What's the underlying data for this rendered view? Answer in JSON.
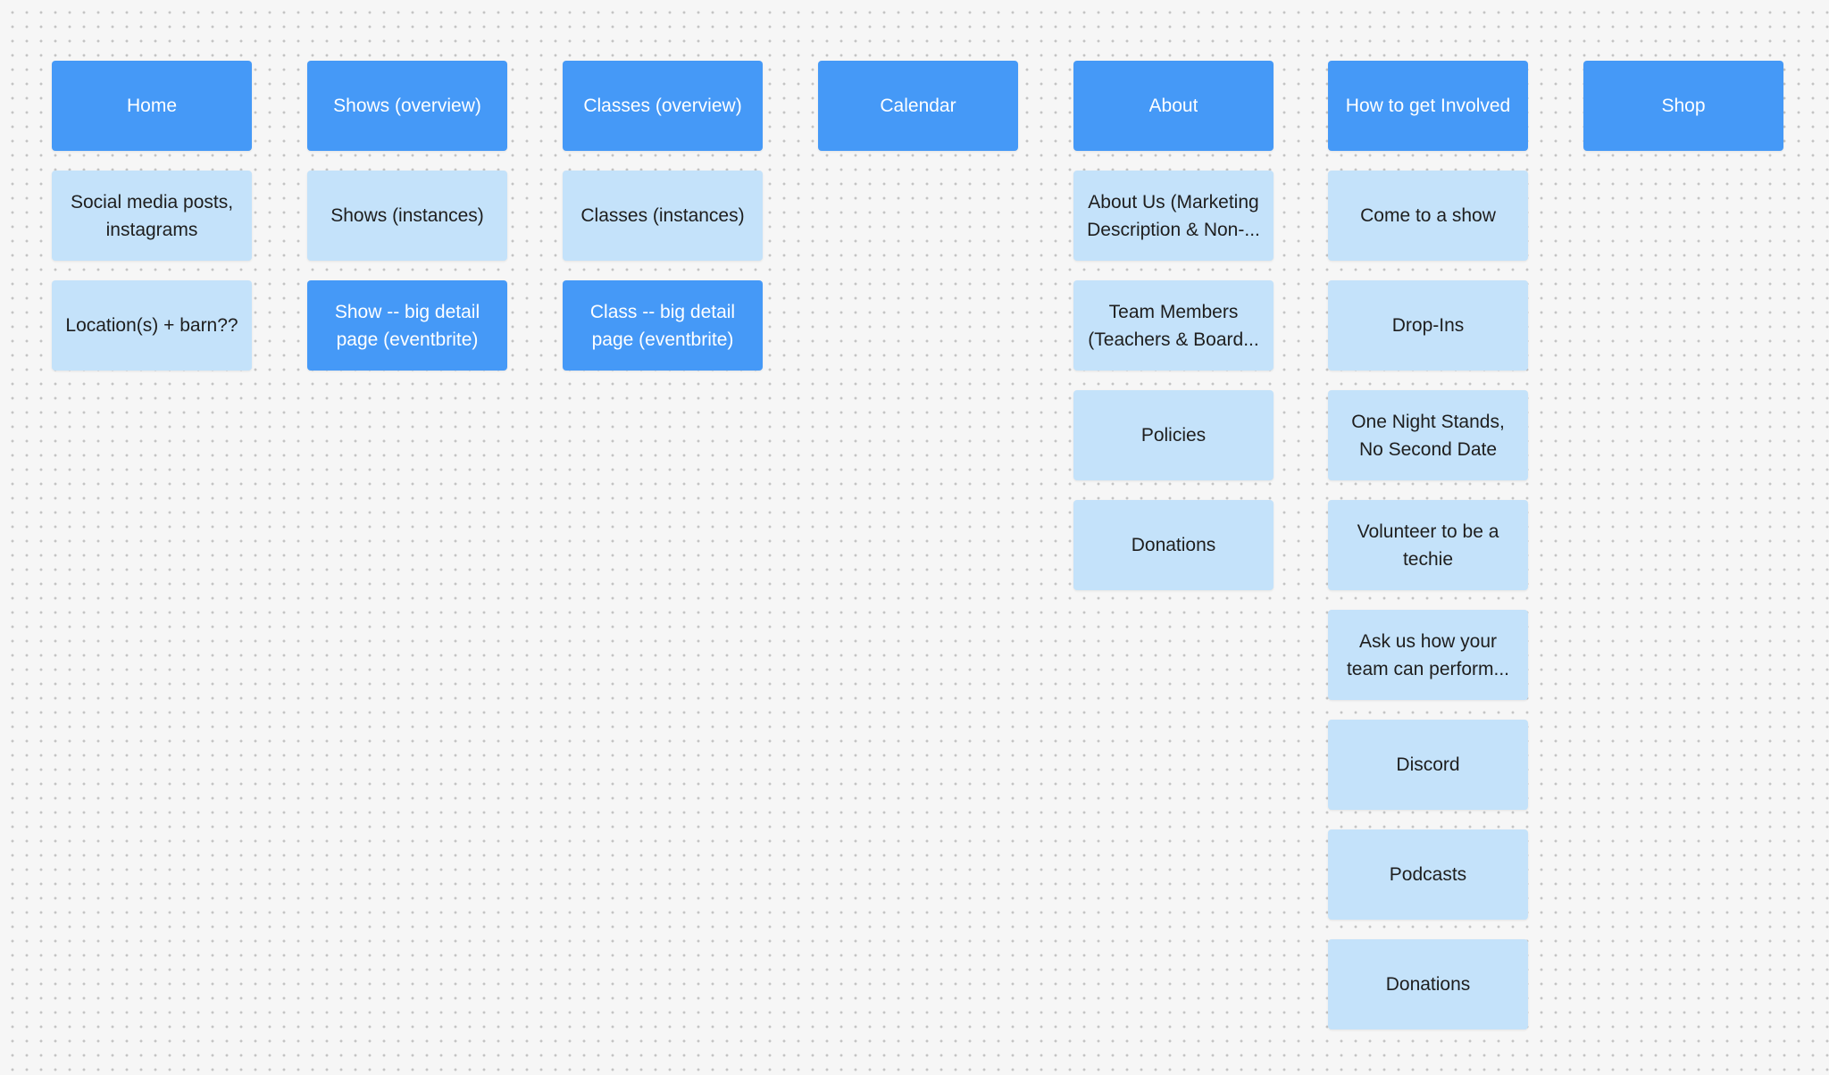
{
  "colors": {
    "header_fill": "#4599f7",
    "header_text": "#ffffff",
    "sticky_fill": "#c4e2fa",
    "sticky_text": "#1e1e1e",
    "canvas_background": "#f6f6f6"
  },
  "columns": [
    {
      "header": "Home",
      "items": [
        {
          "label": "Social media posts, instagrams",
          "style": "light"
        },
        {
          "label": "Location(s) + barn??",
          "style": "light"
        }
      ]
    },
    {
      "header": "Shows (overview)",
      "items": [
        {
          "label": "Shows (instances)",
          "style": "light"
        },
        {
          "label": "Show -- big detail page (eventbrite)",
          "style": "dark"
        }
      ]
    },
    {
      "header": "Classes (overview)",
      "items": [
        {
          "label": "Classes (instances)",
          "style": "light"
        },
        {
          "label": "Class  -- big detail page (eventbrite)",
          "style": "dark"
        }
      ]
    },
    {
      "header": "Calendar",
      "items": []
    },
    {
      "header": "About",
      "items": [
        {
          "label": "About Us (Marketing Description & Non-...",
          "style": "light"
        },
        {
          "label": "Team Members (Teachers & Board...",
          "style": "light"
        },
        {
          "label": "Policies",
          "style": "light"
        },
        {
          "label": "Donations",
          "style": "light"
        }
      ]
    },
    {
      "header": "How to get Involved",
      "items": [
        {
          "label": "Come to a show",
          "style": "light"
        },
        {
          "label": "Drop-Ins",
          "style": "light"
        },
        {
          "label": "One Night Stands, No Second Date",
          "style": "light"
        },
        {
          "label": "Volunteer to be a techie",
          "style": "light"
        },
        {
          "label": "Ask us how your team can perform...",
          "style": "light"
        },
        {
          "label": "Discord",
          "style": "light"
        },
        {
          "label": "Podcasts",
          "style": "light"
        },
        {
          "label": "Donations",
          "style": "light"
        }
      ]
    },
    {
      "header": "Shop",
      "items": []
    }
  ]
}
